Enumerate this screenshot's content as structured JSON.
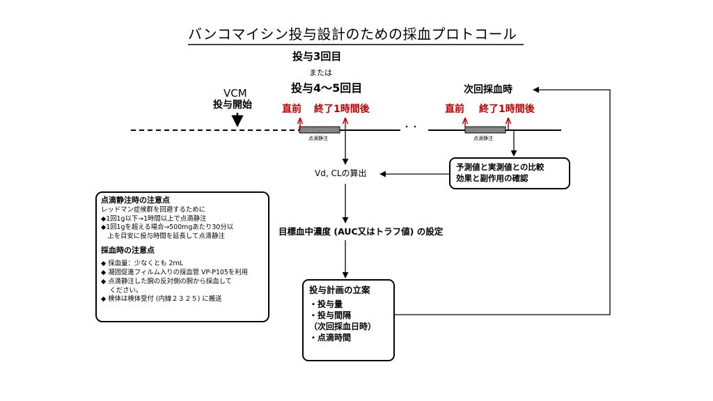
{
  "title": "バンコマイシン投与設計のための採血プロトコール",
  "vcm": {
    "line1": "VCM",
    "line2": "投与開始"
  },
  "dose_timing": {
    "line1": "投与3回目",
    "line2": "または",
    "line3": "投与4～5回目"
  },
  "next_sampling": "次回採血時",
  "sampling_points": {
    "before": "直前",
    "after": "終了1時間後"
  },
  "infusion_label": "点滴静注",
  "ellipsis": "・・",
  "calc": "Vd, CLの算出",
  "compare_box": {
    "line1": "予測値と実測値との比較",
    "line2": "効果と副作用の確認"
  },
  "target": "目標血中濃度 (AUC又はトラフ値) の設定",
  "plan_box": {
    "heading": "投与計画の立案",
    "items": [
      "・投与量",
      "・投与間隔",
      "（次回採血日時）",
      "・点滴時間"
    ]
  },
  "notes_box": {
    "heading1": "点滴静注時の注意点",
    "intro": "レッドマン症候群を回避するために",
    "rules1": [
      "◆1回1g以下→1時間以上で点滴静注",
      "◆1回1gを超える場合→500mgあたり30分以",
      "　上を目安に投与時間を延長して点滴静注"
    ],
    "heading2": "採血時の注意点",
    "rules2": [
      "◆ 採血量：少なくとも 2ｍL",
      "◆ 凝固促進フィルム入りの採血管 VP-P105を利用",
      "◆ 点滴静注した腕の反対側の腕から採血して",
      "　 ください。",
      "◆ 検体は検体受付 (内線２３２５) に搬送"
    ]
  },
  "colors": {
    "accent_red": "#c00000",
    "line": "#000000",
    "infusion_bar": "#808080"
  }
}
